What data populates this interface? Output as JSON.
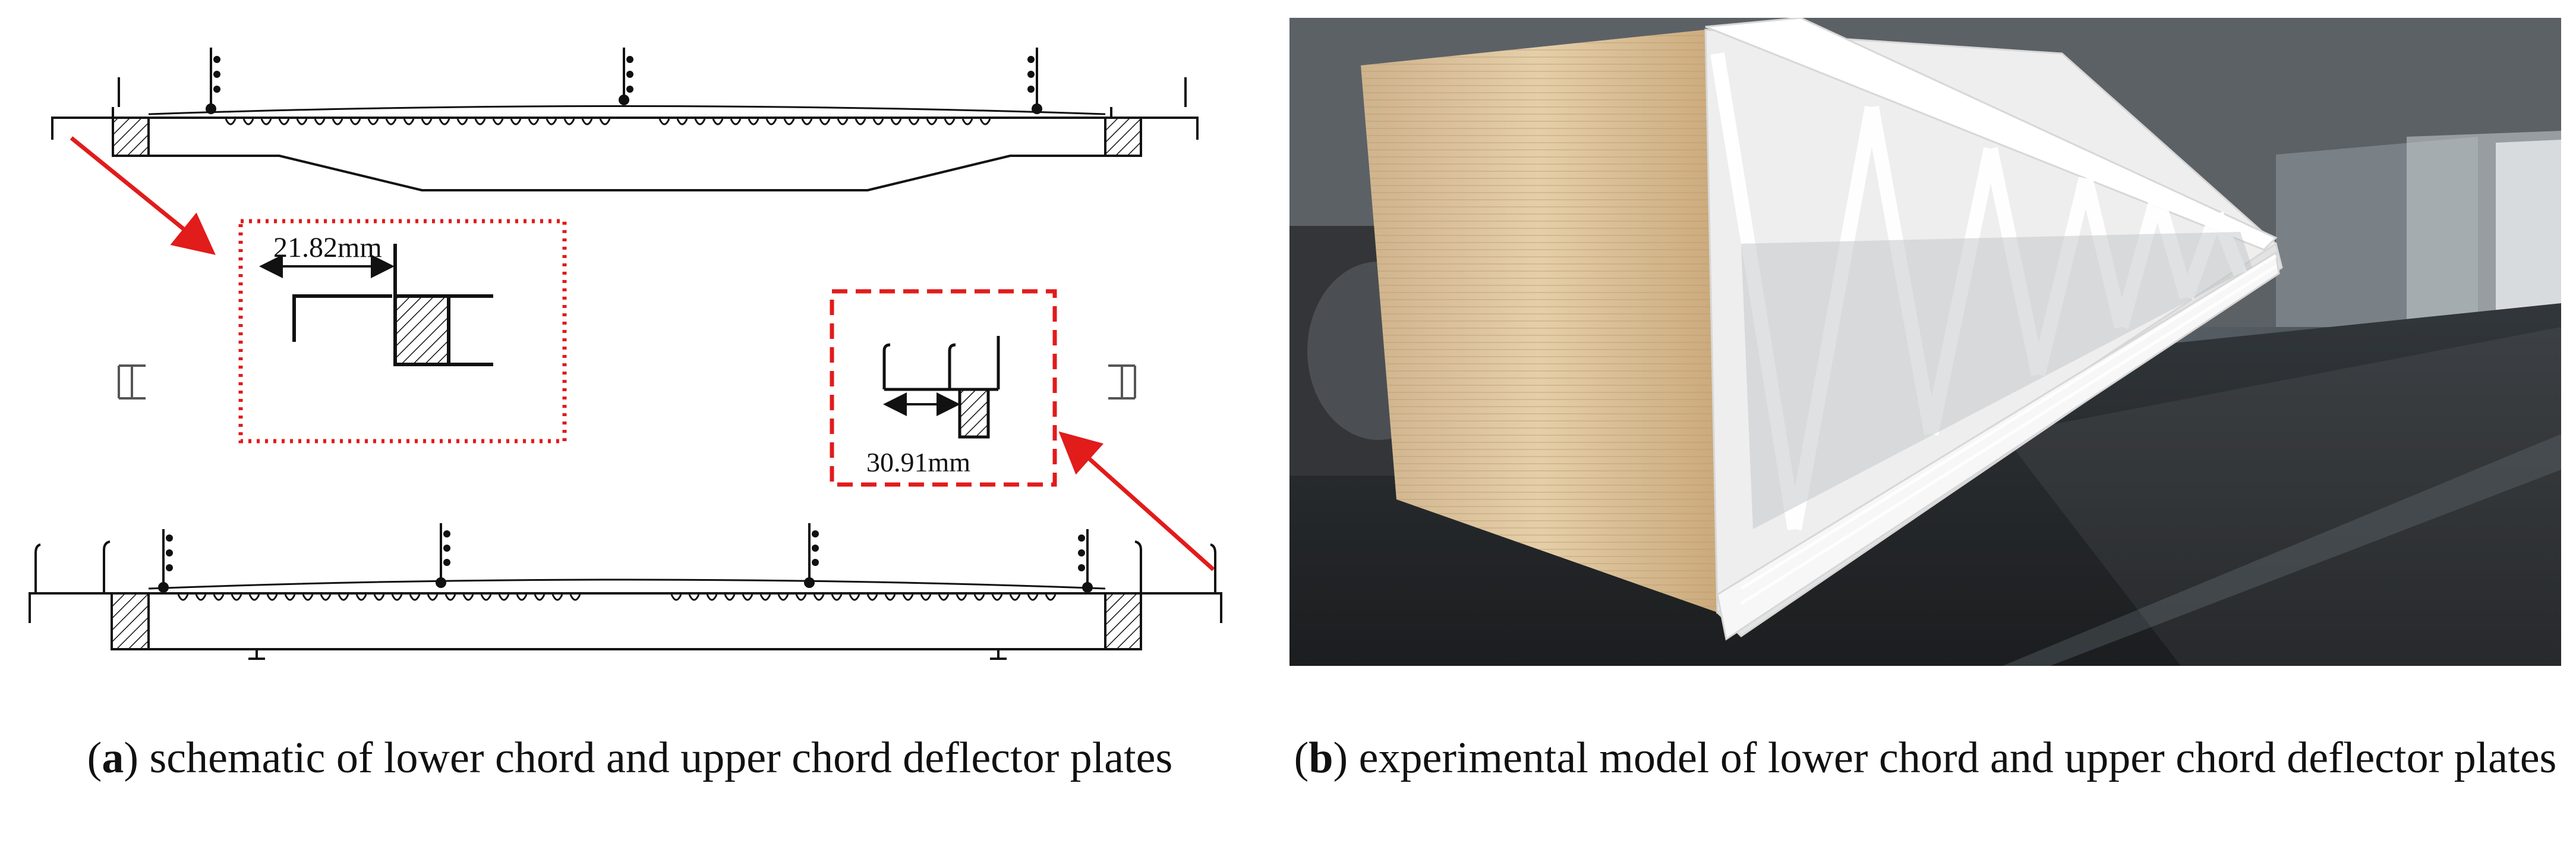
{
  "figure": {
    "panel_a": {
      "dimension_left": "21.82mm",
      "dimension_right": "30.91mm"
    },
    "panel_b": {},
    "captions": {
      "a_letter": "a",
      "a_text": "schematic of lower chord and upper chord deflector plates",
      "b_letter": "b",
      "b_text": "experimental model of lower chord and upper chord deflector plates"
    },
    "colors": {
      "annotation_red": "#e21b1b",
      "line_black": "#111111",
      "wood": "#d8b98a",
      "truss_white": "#f4f4f4"
    }
  }
}
